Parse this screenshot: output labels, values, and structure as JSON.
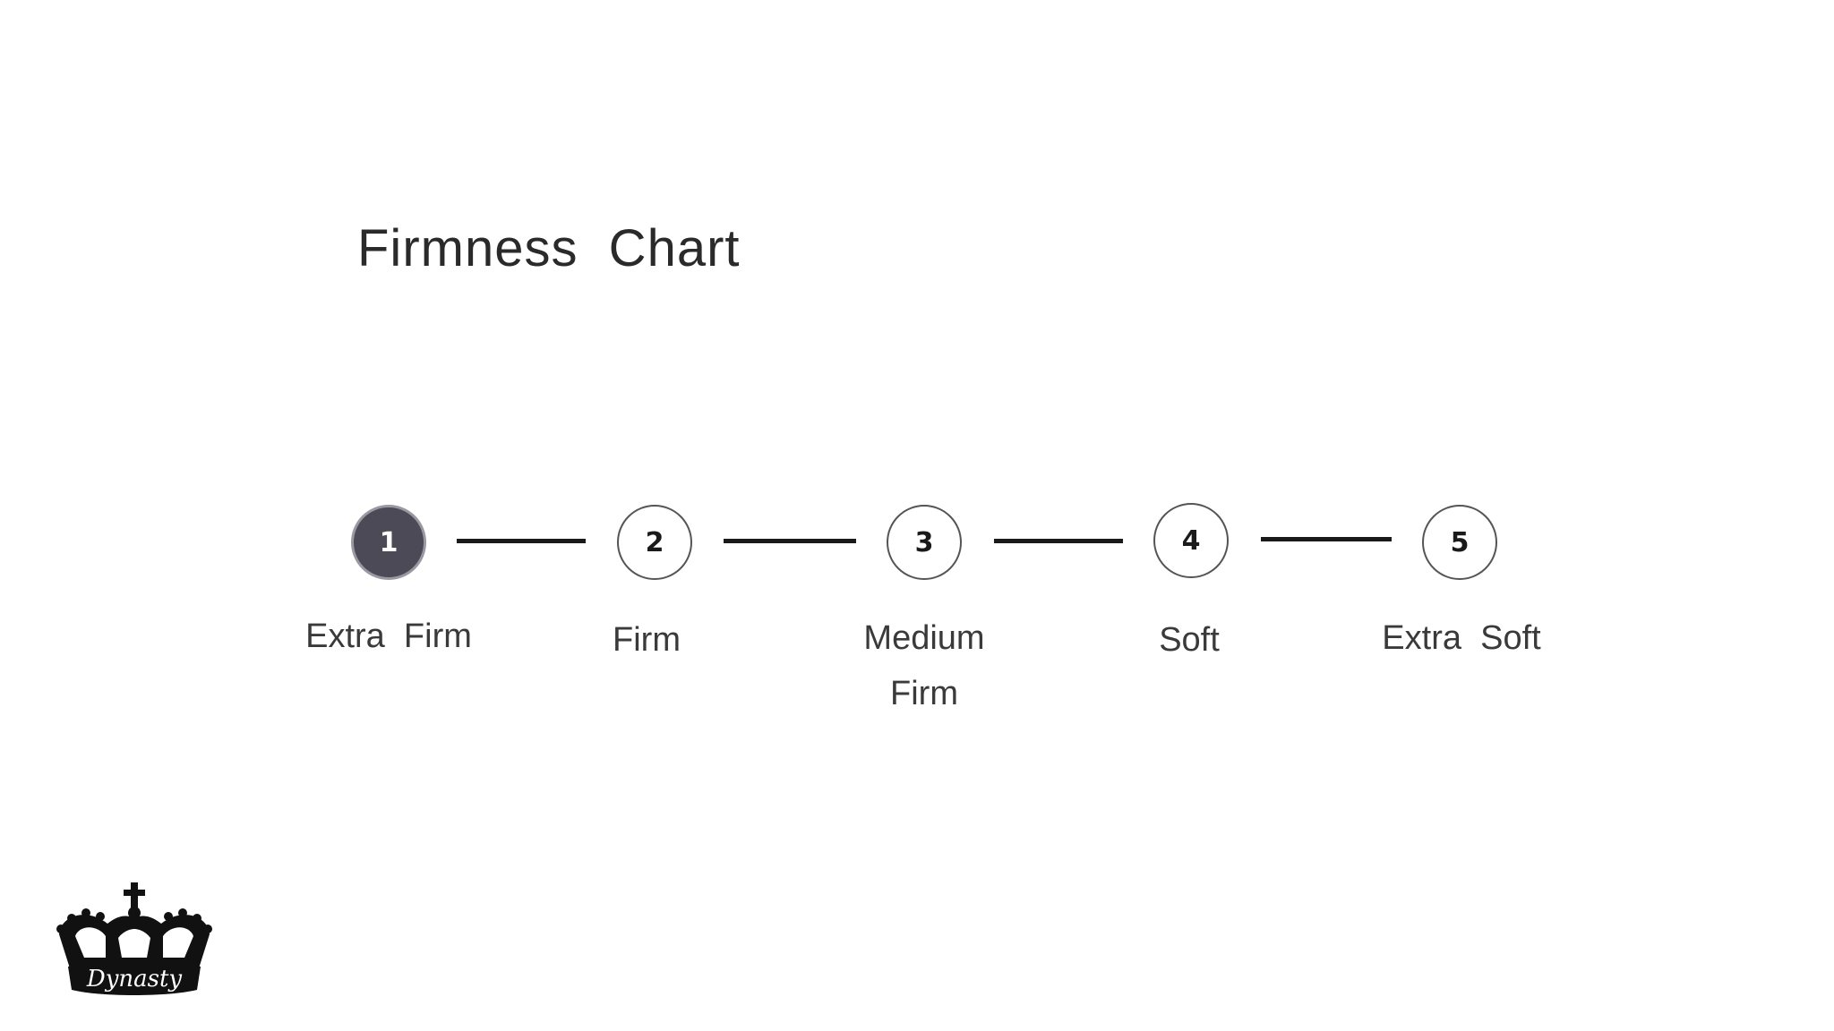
{
  "title": "Firmness  Chart",
  "steps": [
    {
      "number": "1",
      "label": "Extra  Firm",
      "active": true
    },
    {
      "number": "2",
      "label": "Firm",
      "active": false
    },
    {
      "number": "3",
      "label": "Medium\nFirm",
      "active": false
    },
    {
      "number": "4",
      "label": "Soft",
      "active": false
    },
    {
      "number": "5",
      "label": "Extra  Soft",
      "active": false
    }
  ],
  "colors": {
    "active_fill": "#4d4a57",
    "line": "#1a1a1a",
    "text": "#3a3a3a"
  },
  "logo": {
    "text": "Dynasty",
    "icon": "crown-icon"
  }
}
